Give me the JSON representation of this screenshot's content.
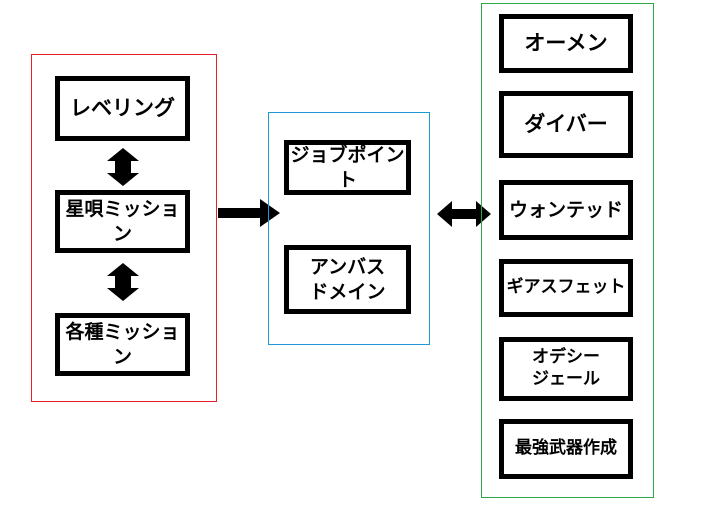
{
  "diagram": {
    "title": "FFXI progression flow diagram",
    "background": "#ffffff",
    "groups": [
      {
        "id": "group-left",
        "name": "left-group",
        "border_color": "#e8202a",
        "items": [
          {
            "id": "node-leveling",
            "label": "レベリング",
            "size": "lg"
          },
          {
            "id": "node-hoshiuta-mission",
            "label": "星唄ミッション",
            "size": "md"
          },
          {
            "id": "node-various-mission",
            "label": "各種ミッション",
            "size": "md"
          }
        ]
      },
      {
        "id": "group-middle",
        "name": "middle-group",
        "border_color": "#1b9ad6",
        "items": [
          {
            "id": "node-job-point",
            "label": "ジョブポイント",
            "size": "md"
          },
          {
            "id": "node-ambuscade-domain",
            "label": "アンバス\nドメイン",
            "size": "md"
          }
        ]
      },
      {
        "id": "group-right",
        "name": "right-group",
        "border_color": "#2aa84a",
        "items": [
          {
            "id": "node-omen",
            "label": "オーメン",
            "size": "lg"
          },
          {
            "id": "node-diver",
            "label": "ダイバー",
            "size": "lg"
          },
          {
            "id": "node-wanted",
            "label": "ウォンテッド",
            "size": "md"
          },
          {
            "id": "node-geas-fete",
            "label": "ギアスフェット",
            "size": "sm"
          },
          {
            "id": "node-odyssey-gaol",
            "label": "オデシー\nジェール",
            "size": "sm"
          },
          {
            "id": "node-ultimate-weapon",
            "label": "最強武器作成",
            "size": "sm"
          }
        ]
      }
    ],
    "connectors": [
      {
        "id": "arrow-leveling-to-hoshiuta",
        "kind": "double-vertical",
        "color": "#000000"
      },
      {
        "id": "arrow-hoshiuta-to-various",
        "kind": "double-vertical",
        "color": "#000000"
      },
      {
        "id": "arrow-left-to-middle",
        "kind": "single-right",
        "color": "#000000"
      },
      {
        "id": "arrow-middle-to-right",
        "kind": "double-horizontal",
        "color": "#000000"
      }
    ]
  }
}
